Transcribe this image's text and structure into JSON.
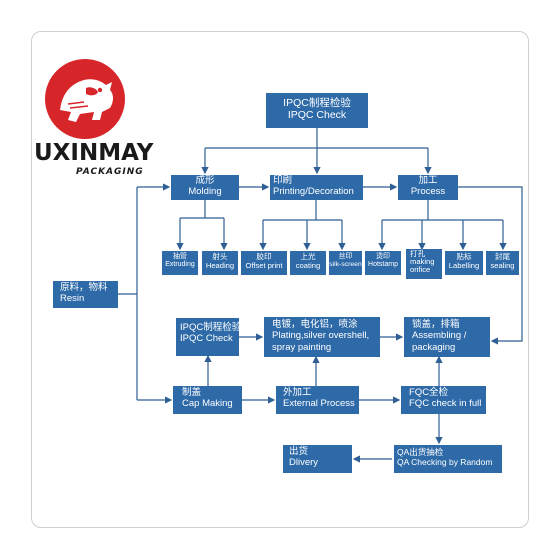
{
  "logo": {
    "name": "UXINMAY",
    "tagline": "PACKAGING"
  },
  "nodes": {
    "ipqc_top": {
      "zh": "IPQC制程检验",
      "en": "IPQC Check"
    },
    "molding": {
      "zh": "成形",
      "en": "Molding"
    },
    "printing": {
      "zh": "印刷",
      "en": "Printing/Decoration"
    },
    "process": {
      "zh": "加工",
      "en": "Process"
    },
    "extruding": {
      "zh": "抽管",
      "en": "Extruding"
    },
    "heading": {
      "zh": "射头",
      "en": "Heading"
    },
    "offset": {
      "zh": "胶印",
      "en": "Offset print"
    },
    "coating": {
      "zh": "上光",
      "en": "coating"
    },
    "silk": {
      "zh": "丝印",
      "en": "silk-screen"
    },
    "hotstamp": {
      "zh": "烫印",
      "en": "Hotstamp"
    },
    "making_orifice": {
      "zh": "打孔",
      "en1": "making",
      "en2": "orifice"
    },
    "labelling": {
      "zh": "贴标",
      "en": "Labelling"
    },
    "sealing": {
      "zh": "封尾",
      "en": "sealing"
    },
    "resin": {
      "zh": "原料，物料",
      "en": "Resin"
    },
    "ipqc_mid": {
      "zh": "IPQC制程检验",
      "en": "IPQC Check"
    },
    "plating": {
      "zh": "电镀，电化铝，喷涂",
      "en1": "Plating,silver overshell,",
      "en2": "spray painting"
    },
    "assembling": {
      "zh": "锁盖，排箱",
      "en1": "Assembling /",
      "en2": "packaging"
    },
    "cap": {
      "zh": "制盖",
      "en": "Cap Making"
    },
    "external": {
      "zh": "外加工",
      "en": "External Process"
    },
    "fqc": {
      "zh": "FQC全检",
      "en": "FQC check in full"
    },
    "delivery": {
      "zh": "出货",
      "en": "Dlivery"
    },
    "qa": {
      "zh": "QA出货抽检",
      "en": "QA Checking by Random"
    }
  },
  "colors": {
    "box": "#2e6aa8",
    "line": "#2f5f94",
    "logo_red": "#d7262a"
  }
}
